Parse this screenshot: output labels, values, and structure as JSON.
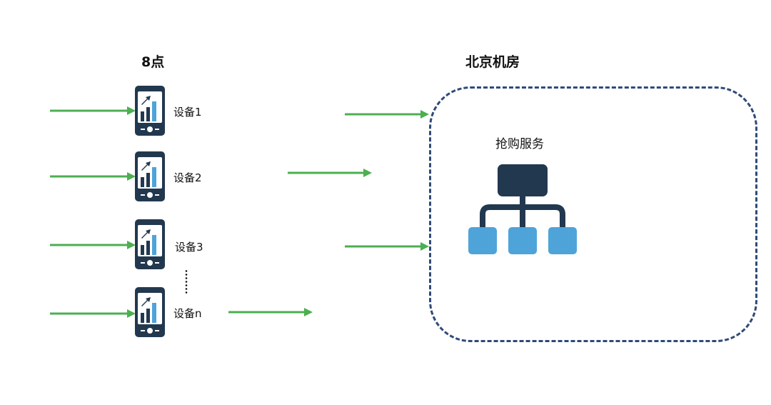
{
  "left_title": "8点",
  "right_title": "北京机房",
  "devices": [
    {
      "label": "设备1"
    },
    {
      "label": "设备2"
    },
    {
      "label": "设备3"
    },
    {
      "label": "设备n"
    }
  ],
  "ellipsis": "⋮",
  "service": {
    "label": "抢购服务"
  },
  "colors": {
    "arrow": "#4caf50",
    "device_body": "#22384f",
    "box_border": "#2f4a78",
    "server_top": "#22384f",
    "server_node": "#4ea4d9"
  },
  "icons": {
    "device": "smartphone-chart-icon",
    "service": "server-hierarchy-icon"
  }
}
